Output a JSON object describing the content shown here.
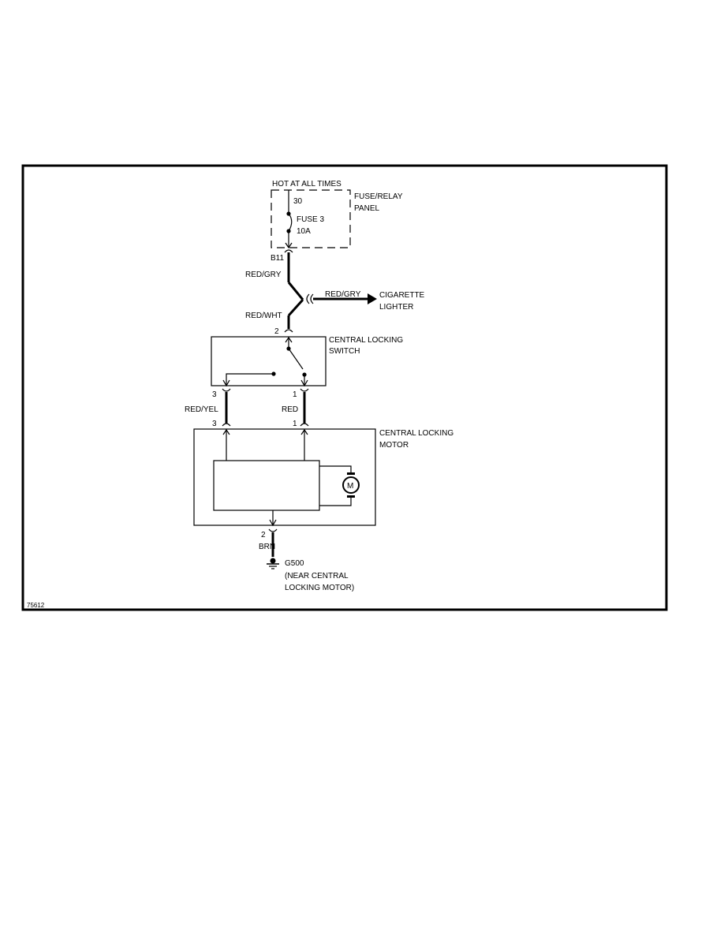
{
  "diagram": {
    "figure_id": "75612",
    "power": {
      "hot_label": "HOT AT ALL TIMES",
      "panel_label_1": "FUSE/RELAY",
      "panel_label_2": "PANEL",
      "terminal": "30",
      "fuse_name": "FUSE 3",
      "fuse_rating": "10A",
      "connector": "B11"
    },
    "wires": {
      "upper": "RED/GRY",
      "lower": "RED/WHT",
      "branch": "RED/GRY",
      "left_drop": "RED/YEL",
      "right_drop": "RED",
      "ground_wire": "BRN"
    },
    "lighter": {
      "line1": "CIGARETTE",
      "line2": "LIGHTER"
    },
    "switch": {
      "line1": "CENTRAL LOCKING",
      "line2": "SWITCH",
      "pin_in": "2",
      "pin_left": "3",
      "pin_right": "1"
    },
    "motor": {
      "line1": "CENTRAL LOCKING",
      "line2": "MOTOR",
      "pin_left": "3",
      "pin_right": "1",
      "pin_ground": "2",
      "symbol": "M"
    },
    "ground": {
      "id": "G500",
      "line1": "(NEAR CENTRAL",
      "line2": "LOCKING MOTOR)"
    }
  }
}
